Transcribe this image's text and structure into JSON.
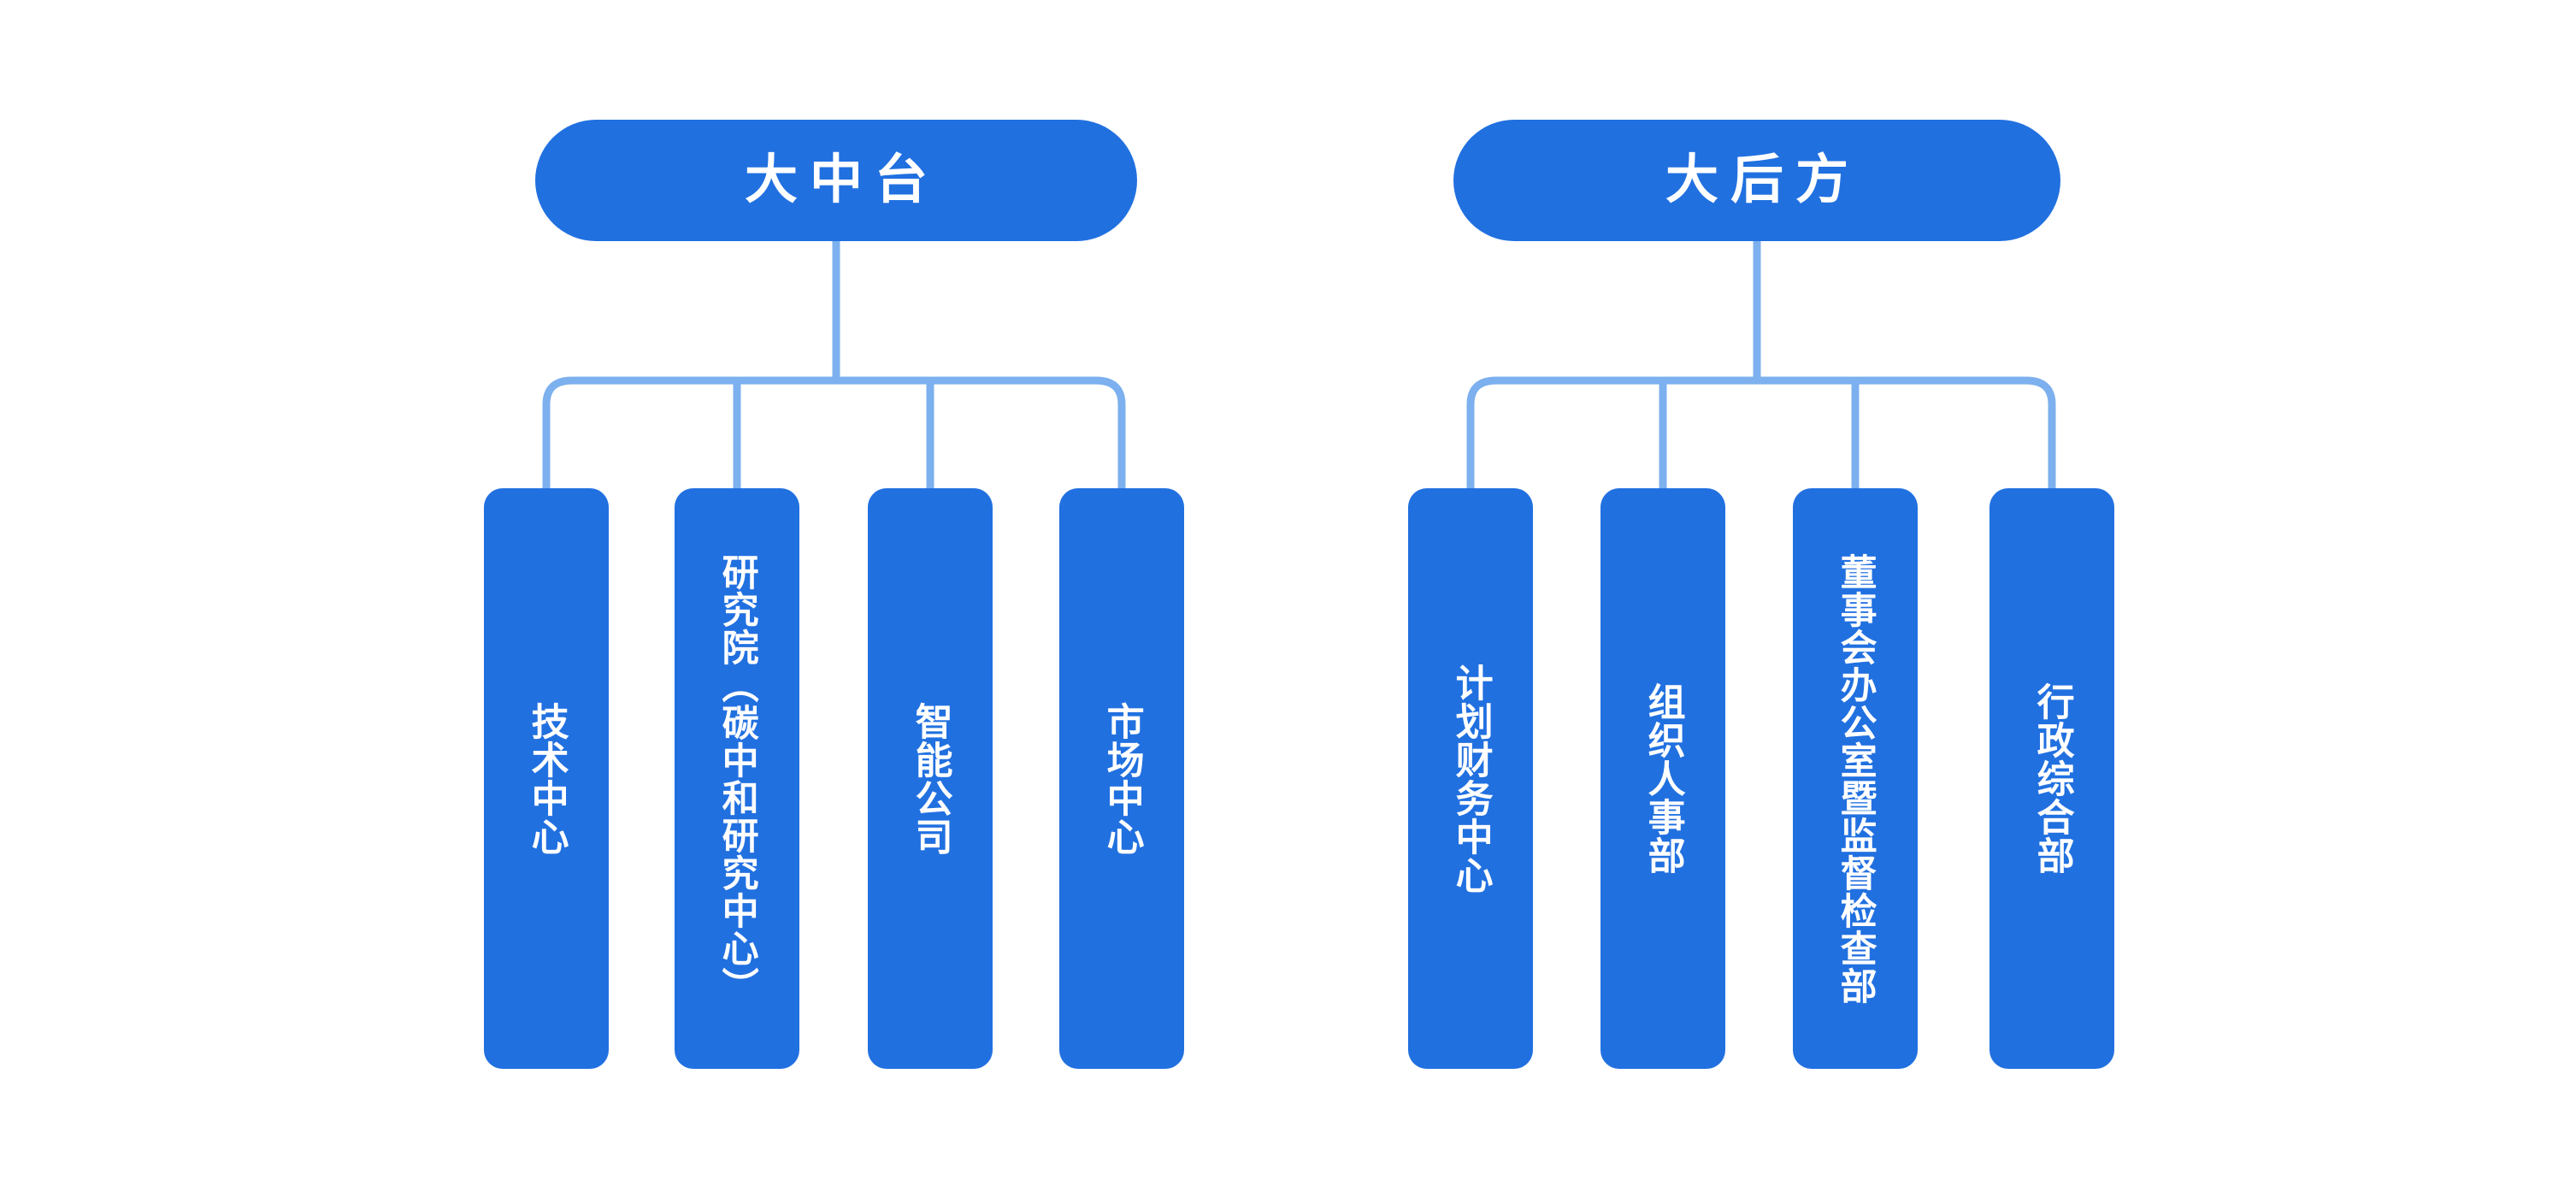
{
  "theme": {
    "box_fill": "#2170e0",
    "connector": "#7cb0ee",
    "text": "#ffffff",
    "background": "#ffffff"
  },
  "chart_data": {
    "type": "diagram",
    "subtype": "organization-chart",
    "title": "",
    "orientation": "top-down",
    "groups": [
      {
        "id": "zhongtai",
        "header": "大中台",
        "children": [
          "技术中心",
          "研究院（碳中和研究中心）",
          "智能公司",
          "市场中心"
        ]
      },
      {
        "id": "houfang",
        "header": "大后方",
        "children": [
          "计划财务中心",
          "组织人事部",
          "董事会办公室暨监督检查部",
          "行政综合部"
        ]
      }
    ]
  },
  "groups": [
    {
      "header": {
        "label": "大中台"
      },
      "children": [
        {
          "label": "技术中心",
          "columns": 1
        },
        {
          "label": "研究院（碳中和研究中心）",
          "columns": 2
        },
        {
          "label": "智能公司",
          "columns": 1
        },
        {
          "label": "市场中心",
          "columns": 1
        }
      ]
    },
    {
      "header": {
        "label": "大后方"
      },
      "children": [
        {
          "label": "计划财务中心",
          "columns": 1
        },
        {
          "label": "组织人事部",
          "columns": 1
        },
        {
          "label": "董事会办公室暨监督检查部",
          "columns": 2
        },
        {
          "label": "行政综合部",
          "columns": 1
        }
      ]
    }
  ]
}
